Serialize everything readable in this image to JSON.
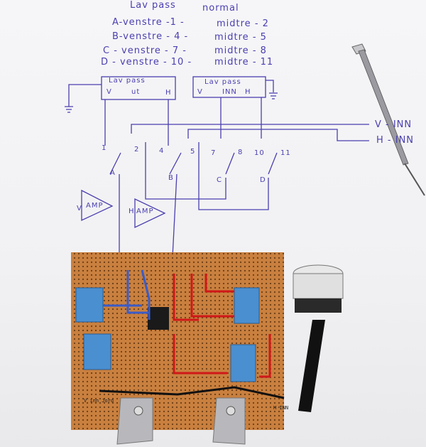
{
  "notes": {
    "title_left": "Lav pass",
    "title_right": "normal",
    "rows": [
      {
        "left": "A-venstre -1 -",
        "right": "midtre - 2"
      },
      {
        "left": "B-venstre - 4 -",
        "right": "midtre - 5"
      },
      {
        "left": "C - venstre - 7 -",
        "right": "midtre - 8"
      },
      {
        "left": "D - venstre - 10 -",
        "right": "midtre - 11"
      }
    ]
  },
  "schematic": {
    "filter_out": {
      "title": "Lav pass",
      "v": "V",
      "label": "ut",
      "h": "H"
    },
    "filter_in": {
      "title": "Lav pass",
      "v": "V",
      "label": "INN",
      "h": "H"
    },
    "inputs": [
      "V - INN",
      "H - INN"
    ],
    "pins": [
      "1",
      "2",
      "4",
      "5",
      "7",
      "8",
      "10",
      "11"
    ],
    "switches": [
      "A",
      "B",
      "C",
      "D"
    ],
    "amps": [
      {
        "side": "V",
        "label": "AMP"
      },
      {
        "side": "H",
        "label": "AMP"
      }
    ]
  },
  "board": {
    "labels": [
      "V inn Jord",
      "H INN"
    ]
  },
  "colors": {
    "ink": "#4a3fb0",
    "board": "#c9803f",
    "capacitor": "#4a8fd0",
    "wire_red": "#d01818"
  }
}
